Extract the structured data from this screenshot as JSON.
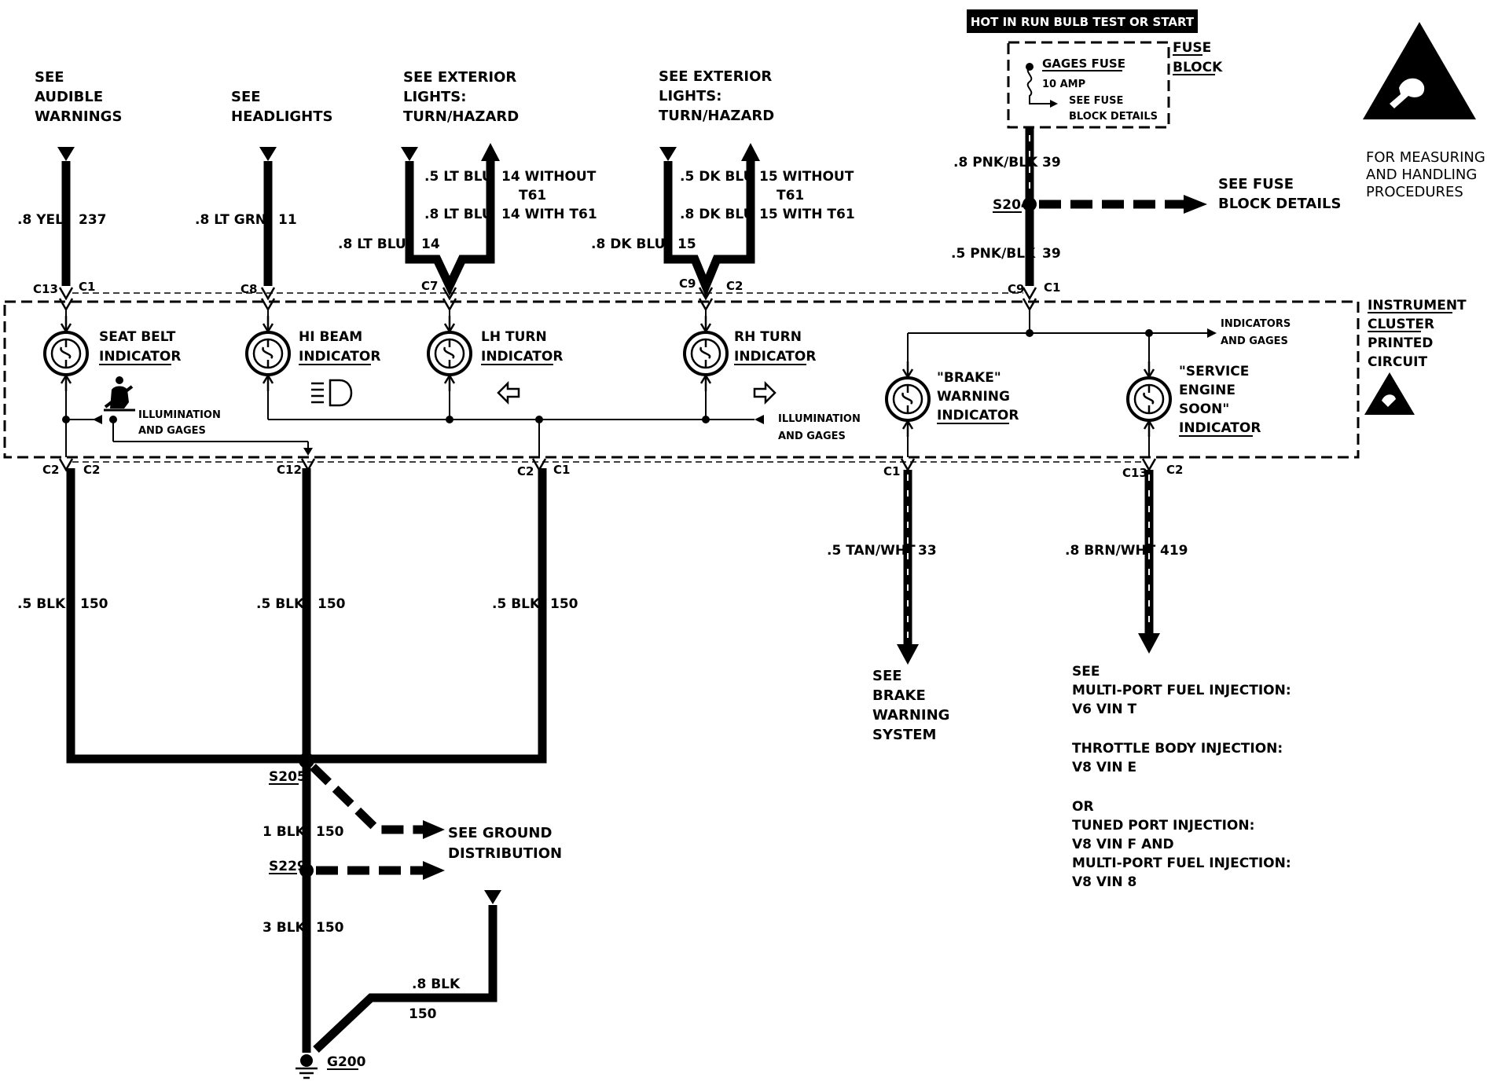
{
  "header": {
    "hot_label": "HOT IN RUN BULB TEST OR START",
    "fuse_block": [
      "FUSE",
      "BLOCK"
    ],
    "gages_fuse": "GAGES FUSE",
    "fuse_amp": "10 AMP",
    "see_fuse_block_details": [
      "SEE FUSE",
      "BLOCK DETAILS"
    ],
    "esd_note": [
      "FOR MEASURING",
      "AND HANDLING",
      "PROCEDURES"
    ]
  },
  "top_refs": {
    "audible": [
      "SEE",
      "AUDIBLE",
      "WARNINGS"
    ],
    "headlights": [
      "SEE",
      "HEADLIGHTS"
    ],
    "lh_exterior": [
      "SEE EXTERIOR",
      "LIGHTS:",
      "TURN/HAZARD"
    ],
    "rh_exterior": [
      "SEE EXTERIOR",
      "LIGHTS:",
      "TURN/HAZARD"
    ]
  },
  "wires": {
    "seatbelt": {
      "color": ".8 YEL",
      "circuit": "237"
    },
    "hibeam": {
      "color": ".8 LT GRN",
      "circuit": "11"
    },
    "lh_top_a": {
      "color": ".5 LT BLU",
      "circuit": "14 WITHOUT",
      "note": "T61"
    },
    "lh_top_b": {
      "color": ".8 LT BLU",
      "circuit": "14 WITH T61"
    },
    "lh_main": {
      "color": ".8 LT BLU",
      "circuit": "14"
    },
    "rh_top_a": {
      "color": ".5 DK BLU",
      "circuit": "15 WITHOUT",
      "note": "T61"
    },
    "rh_top_b": {
      "color": ".8 DK BLU",
      "circuit": "15 WITH T61"
    },
    "rh_main": {
      "color": ".8 DK BLU",
      "circuit": "15"
    },
    "feed_top": {
      "color": ".8 PNK/BLK",
      "circuit": "39"
    },
    "feed_low": {
      "color": ".5 PNK/BLK",
      "circuit": "39"
    },
    "gnd_left": {
      "color": ".5 BLK",
      "circuit": "150"
    },
    "gnd_mid": {
      "color": ".5 BLK",
      "circuit": "150"
    },
    "gnd_right": {
      "color": ".5 BLK",
      "circuit": "150"
    },
    "brake": {
      "color": ".5 TAN/WHT",
      "circuit": "33"
    },
    "ses": {
      "color": ".8 BRN/WHT",
      "circuit": "419"
    },
    "gnd_1": {
      "color": "1 BLK",
      "circuit": "150"
    },
    "gnd_3": {
      "color": "3 BLK",
      "circuit": "150"
    },
    "gnd_08": {
      "color": ".8 BLK",
      "circuit": "150"
    }
  },
  "connectors": {
    "top": [
      {
        "left": "C13",
        "right": "C1"
      },
      {
        "left": "C8",
        "right": ""
      },
      {
        "left": "C7",
        "right": ""
      },
      {
        "left": "C9",
        "right": "C2"
      },
      {
        "left": "C9",
        "right": "C1"
      }
    ],
    "bottom": [
      {
        "left": "C2",
        "right": "C2"
      },
      {
        "left": "C12",
        "right": ""
      },
      {
        "left": "C2",
        "right": "C1"
      },
      {
        "left": "C1",
        "right": ""
      },
      {
        "left": "C13",
        "right": "C2"
      }
    ]
  },
  "splices": {
    "s204": "S204",
    "s205": "S205",
    "s229": "S229",
    "g200": "G200"
  },
  "cluster": {
    "title": [
      "INSTRUMENT",
      "CLUSTER",
      "PRINTED",
      "CIRCUIT"
    ],
    "seatbelt": [
      "SEAT BELT",
      "INDICATOR"
    ],
    "hibeam": [
      "HI BEAM",
      "INDICATOR"
    ],
    "lhturn": [
      "LH TURN",
      "INDICATOR"
    ],
    "rhturn": [
      "RH TURN",
      "INDICATOR"
    ],
    "brake": [
      "\"BRAKE\"",
      "WARNING",
      "INDICATOR"
    ],
    "ses": [
      "\"SERVICE",
      "ENGINE",
      "SOON\"",
      "INDICATOR"
    ],
    "illum_left": [
      "ILLUMINATION",
      "AND GAGES"
    ],
    "illum_right": [
      "ILLUMINATION",
      "AND GAGES"
    ],
    "ind_gages": [
      "INDICATORS",
      "AND GAGES"
    ]
  },
  "refs": {
    "fuse_details": [
      "SEE FUSE",
      "BLOCK DETAILS"
    ],
    "ground_dist": [
      "SEE GROUND",
      "DISTRIBUTION"
    ],
    "brake_sys": [
      "SEE",
      "BRAKE",
      "WARNING",
      "SYSTEM"
    ],
    "mpfi": [
      "SEE",
      "MULTI-PORT FUEL INJECTION:",
      "V6 VIN T",
      "THROTTLE BODY INJECTION:",
      "V8 VIN E",
      "OR",
      "TUNED PORT INJECTION:",
      "V8 VIN F AND",
      "MULTI-PORT FUEL INJECTION:",
      "V8 VIN 8"
    ]
  },
  "icons": [
    "esd-warning-icon",
    "seatbelt-icon",
    "headlamp-icon",
    "left-arrow-icon",
    "right-arrow-icon",
    "bulb-icon",
    "ground-icon"
  ],
  "colors": {
    "ink": "#000000",
    "paper": "#ffffff"
  }
}
